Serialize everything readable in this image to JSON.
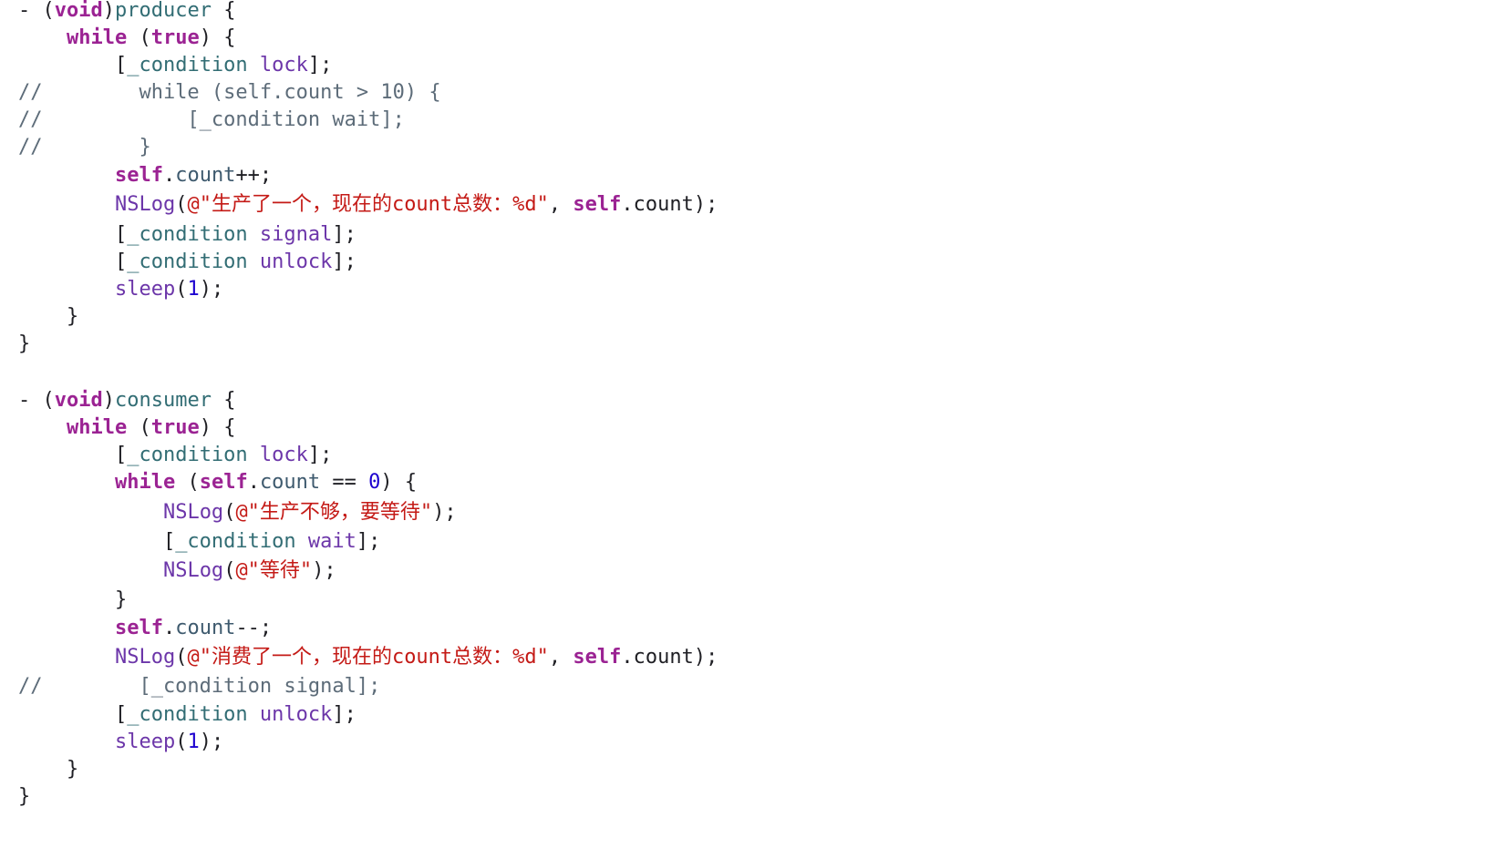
{
  "colors": {
    "keyword": "#9b2393",
    "function_name": "#326d74",
    "ivar": "#326d74",
    "method": "#6c36a9",
    "property": "#3e5a6e",
    "string": "#c41a16",
    "number": "#1c00cf",
    "comment": "#5d6c79",
    "plain": "#1f1f24",
    "background": "#ffffff"
  },
  "code_lines": [
    [
      [
        "plain",
        "- ("
      ],
      [
        "kw",
        "void"
      ],
      [
        "plain",
        ")"
      ],
      [
        "func",
        "producer"
      ],
      [
        "plain",
        " {"
      ]
    ],
    [
      [
        "plain",
        "    "
      ],
      [
        "kw",
        "while"
      ],
      [
        "plain",
        " ("
      ],
      [
        "kw",
        "true"
      ],
      [
        "plain",
        ") {"
      ]
    ],
    [
      [
        "plain",
        "        ["
      ],
      [
        "ivar",
        "_condition"
      ],
      [
        "plain",
        " "
      ],
      [
        "method",
        "lock"
      ],
      [
        "plain",
        "];"
      ]
    ],
    [
      [
        "cmt",
        "//        while (self.count > 10) {"
      ]
    ],
    [
      [
        "cmt",
        "//            [_condition wait];"
      ]
    ],
    [
      [
        "cmt",
        "//        }"
      ]
    ],
    [
      [
        "plain",
        "        "
      ],
      [
        "kw",
        "self"
      ],
      [
        "plain",
        "."
      ],
      [
        "prop",
        "count"
      ],
      [
        "plain",
        "++;"
      ]
    ],
    [
      [
        "plain",
        "        "
      ],
      [
        "method",
        "NSLog"
      ],
      [
        "plain",
        "("
      ],
      [
        "str",
        "@\"生产了一个，现在的count总数：%d\""
      ],
      [
        "plain",
        ", "
      ],
      [
        "kw",
        "self"
      ],
      [
        "plain",
        ".count);"
      ]
    ],
    [
      [
        "plain",
        "        ["
      ],
      [
        "ivar",
        "_condition"
      ],
      [
        "plain",
        " "
      ],
      [
        "method",
        "signal"
      ],
      [
        "plain",
        "];"
      ]
    ],
    [
      [
        "plain",
        "        ["
      ],
      [
        "ivar",
        "_condition"
      ],
      [
        "plain",
        " "
      ],
      [
        "method",
        "unlock"
      ],
      [
        "plain",
        "];"
      ]
    ],
    [
      [
        "plain",
        "        "
      ],
      [
        "method",
        "sleep"
      ],
      [
        "plain",
        "("
      ],
      [
        "num",
        "1"
      ],
      [
        "plain",
        ");"
      ]
    ],
    [
      [
        "plain",
        "    }"
      ]
    ],
    [
      [
        "plain",
        "}"
      ]
    ],
    [],
    [
      [
        "plain",
        "- ("
      ],
      [
        "kw",
        "void"
      ],
      [
        "plain",
        ")"
      ],
      [
        "func",
        "consumer"
      ],
      [
        "plain",
        " {"
      ]
    ],
    [
      [
        "plain",
        "    "
      ],
      [
        "kw",
        "while"
      ],
      [
        "plain",
        " ("
      ],
      [
        "kw",
        "true"
      ],
      [
        "plain",
        ") {"
      ]
    ],
    [
      [
        "plain",
        "        ["
      ],
      [
        "ivar",
        "_condition"
      ],
      [
        "plain",
        " "
      ],
      [
        "method",
        "lock"
      ],
      [
        "plain",
        "];"
      ]
    ],
    [
      [
        "plain",
        "        "
      ],
      [
        "kw",
        "while"
      ],
      [
        "plain",
        " ("
      ],
      [
        "kw",
        "self"
      ],
      [
        "plain",
        "."
      ],
      [
        "prop",
        "count"
      ],
      [
        "plain",
        " == "
      ],
      [
        "num",
        "0"
      ],
      [
        "plain",
        ") {"
      ]
    ],
    [
      [
        "plain",
        "            "
      ],
      [
        "method",
        "NSLog"
      ],
      [
        "plain",
        "("
      ],
      [
        "str",
        "@\"生产不够，要等待\""
      ],
      [
        "plain",
        ");"
      ]
    ],
    [
      [
        "plain",
        "            ["
      ],
      [
        "ivar",
        "_condition"
      ],
      [
        "plain",
        " "
      ],
      [
        "method",
        "wait"
      ],
      [
        "plain",
        "];"
      ]
    ],
    [
      [
        "plain",
        "            "
      ],
      [
        "method",
        "NSLog"
      ],
      [
        "plain",
        "("
      ],
      [
        "str",
        "@\"等待\""
      ],
      [
        "plain",
        ");"
      ]
    ],
    [
      [
        "plain",
        "        }"
      ]
    ],
    [
      [
        "plain",
        "        "
      ],
      [
        "kw",
        "self"
      ],
      [
        "plain",
        "."
      ],
      [
        "prop",
        "count"
      ],
      [
        "plain",
        "--;"
      ]
    ],
    [
      [
        "plain",
        "        "
      ],
      [
        "method",
        "NSLog"
      ],
      [
        "plain",
        "("
      ],
      [
        "str",
        "@\"消费了一个，现在的count总数：%d\""
      ],
      [
        "plain",
        ", "
      ],
      [
        "kw",
        "self"
      ],
      [
        "plain",
        ".count);"
      ]
    ],
    [
      [
        "cmt",
        "//        [_condition signal];"
      ]
    ],
    [
      [
        "plain",
        "        ["
      ],
      [
        "ivar",
        "_condition"
      ],
      [
        "plain",
        " "
      ],
      [
        "method",
        "unlock"
      ],
      [
        "plain",
        "];"
      ]
    ],
    [
      [
        "plain",
        "        "
      ],
      [
        "method",
        "sleep"
      ],
      [
        "plain",
        "("
      ],
      [
        "num",
        "1"
      ],
      [
        "plain",
        ");"
      ]
    ],
    [
      [
        "plain",
        "    }"
      ]
    ],
    [
      [
        "plain",
        "}"
      ]
    ]
  ]
}
